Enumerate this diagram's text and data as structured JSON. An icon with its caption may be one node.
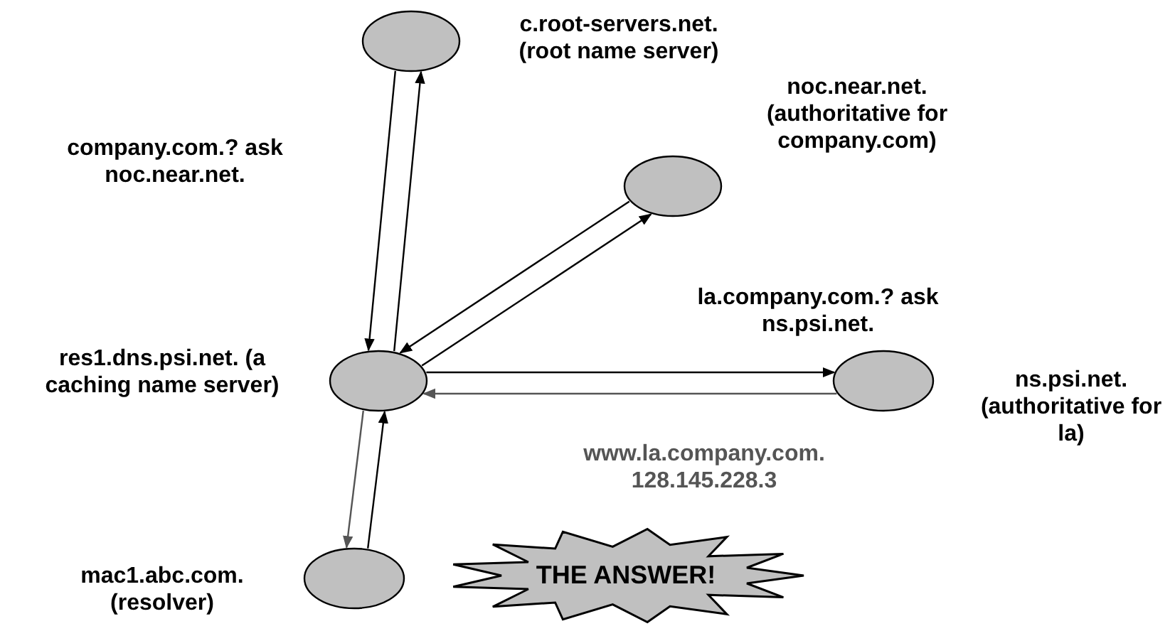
{
  "diagram": {
    "nodes": [
      {
        "text": [],
        "shape": "circle",
        "beside": [
          "c.root-servers.net. (root name server)"
        ]
      },
      {
        "text": [],
        "shape": "circle",
        "beside": [
          "noc.near.net. (authoritative for company.com)"
        ]
      },
      {
        "text": [],
        "shape": "circle",
        "beside": [
          "res1.dns.psi.net. (a caching name server)"
        ]
      },
      {
        "text": [],
        "shape": "circle",
        "beside": [
          "ns.psi.net. (authoritative for la)"
        ]
      },
      {
        "text": [],
        "shape": "circle",
        "beside": [
          "mac1.abc.com. (resolver)"
        ]
      },
      {
        "text": [
          "THE ANSWER!"
        ]
      }
    ],
    "edges": [
      {
        "from": 4,
        "to": 2,
        "arrow": "to"
      },
      {
        "from": 2,
        "to": 0,
        "arrow": "to"
      },
      {
        "from": 0,
        "to": 2,
        "arrow": "to"
      },
      {
        "from": 2,
        "to": 1,
        "arrow": "to"
      },
      {
        "from": 1,
        "to": 2,
        "arrow": "to"
      },
      {
        "from": 2,
        "to": 3,
        "arrow": "to"
      },
      {
        "from": 3,
        "to": 2,
        "arrow": "to",
        "color": "#555555"
      },
      {
        "from": 2,
        "to": 4,
        "arrow": "to",
        "color": "#555555"
      }
    ],
    "labels": [
      "company.com.? ask noc.near.net.",
      "la.company.com.? ask ns.psi.net.",
      "www.la.company.com. 128.145.228.3"
    ]
  }
}
